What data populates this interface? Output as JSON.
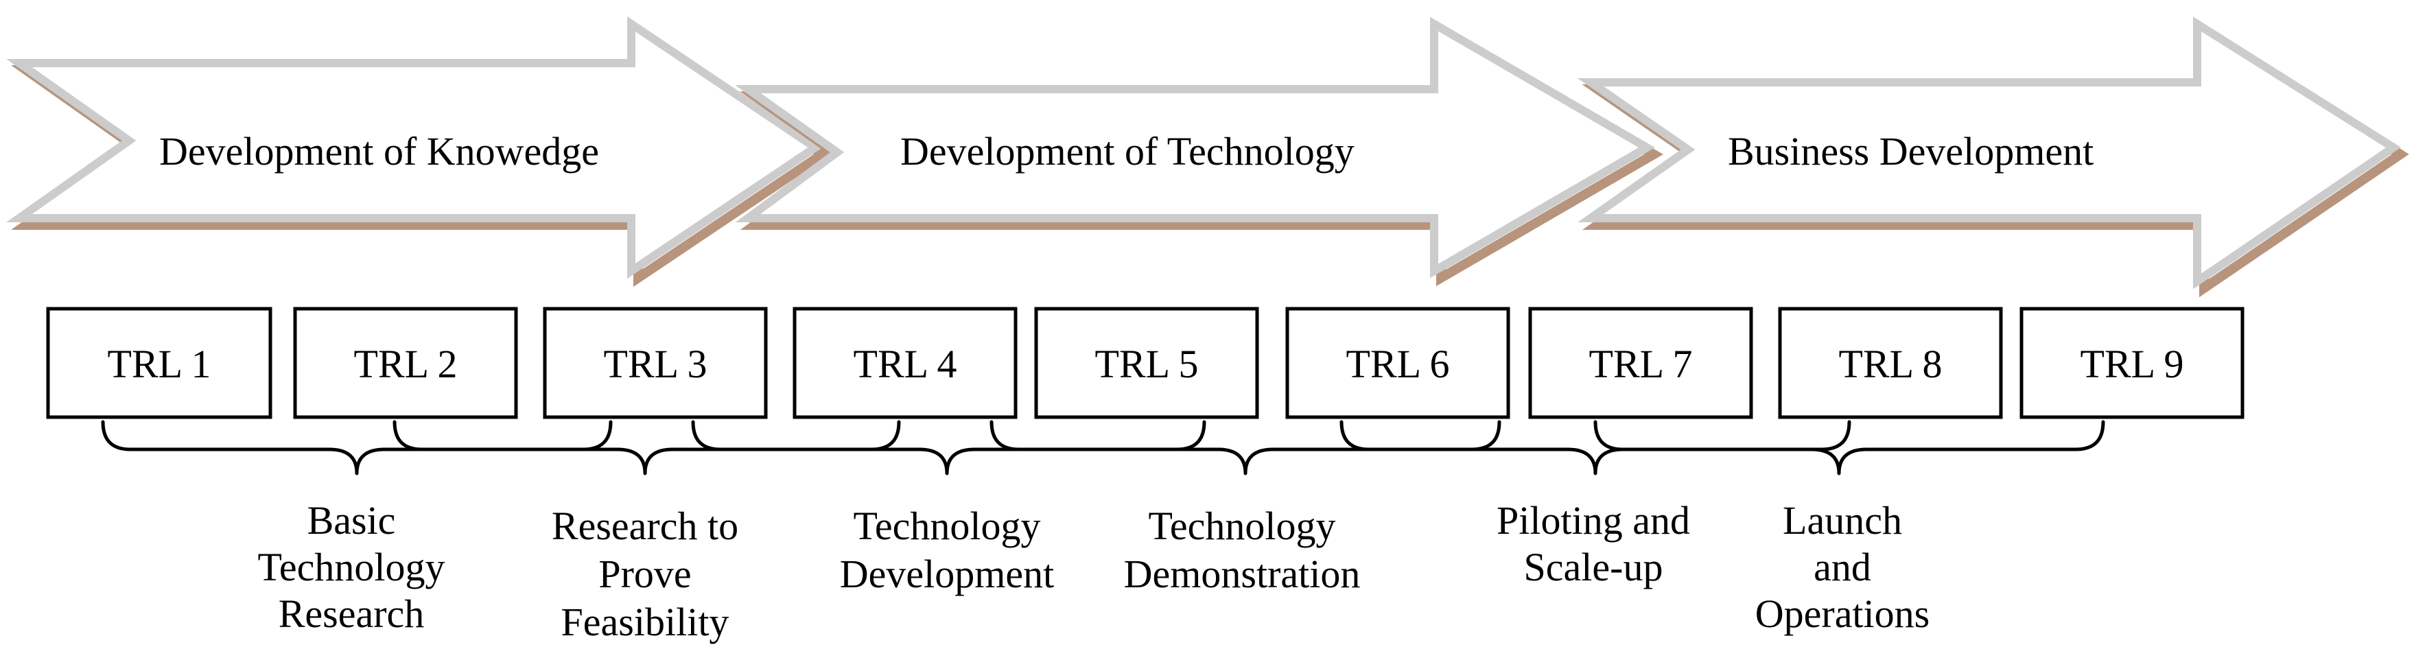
{
  "phases": [
    {
      "label": "Development of Knowedge"
    },
    {
      "label": "Development of Technology"
    },
    {
      "label": "Business Development"
    }
  ],
  "trl_boxes": [
    {
      "label": "TRL 1"
    },
    {
      "label": "TRL 2"
    },
    {
      "label": "TRL 3"
    },
    {
      "label": "TRL 4"
    },
    {
      "label": "TRL 5"
    },
    {
      "label": "TRL 6"
    },
    {
      "label": "TRL 7"
    },
    {
      "label": "TRL 8"
    },
    {
      "label": "TRL 9"
    }
  ],
  "stages": [
    {
      "lines": [
        "Basic",
        "Technology",
        "Research"
      ]
    },
    {
      "lines": [
        "Research to",
        "Prove",
        "Feasibility"
      ]
    },
    {
      "lines": [
        "Technology",
        "Development"
      ]
    },
    {
      "lines": [
        "Technology",
        "Demonstration"
      ]
    },
    {
      "lines": [
        "Piloting and",
        "Scale-up"
      ]
    },
    {
      "lines": [
        "Launch",
        "and",
        "Operations"
      ]
    }
  ],
  "colors": {
    "arrow_shadow": "#b8947d",
    "arrow_outline": "#cccccc",
    "box_stroke": "#000000",
    "brace_stroke": "#000000"
  }
}
